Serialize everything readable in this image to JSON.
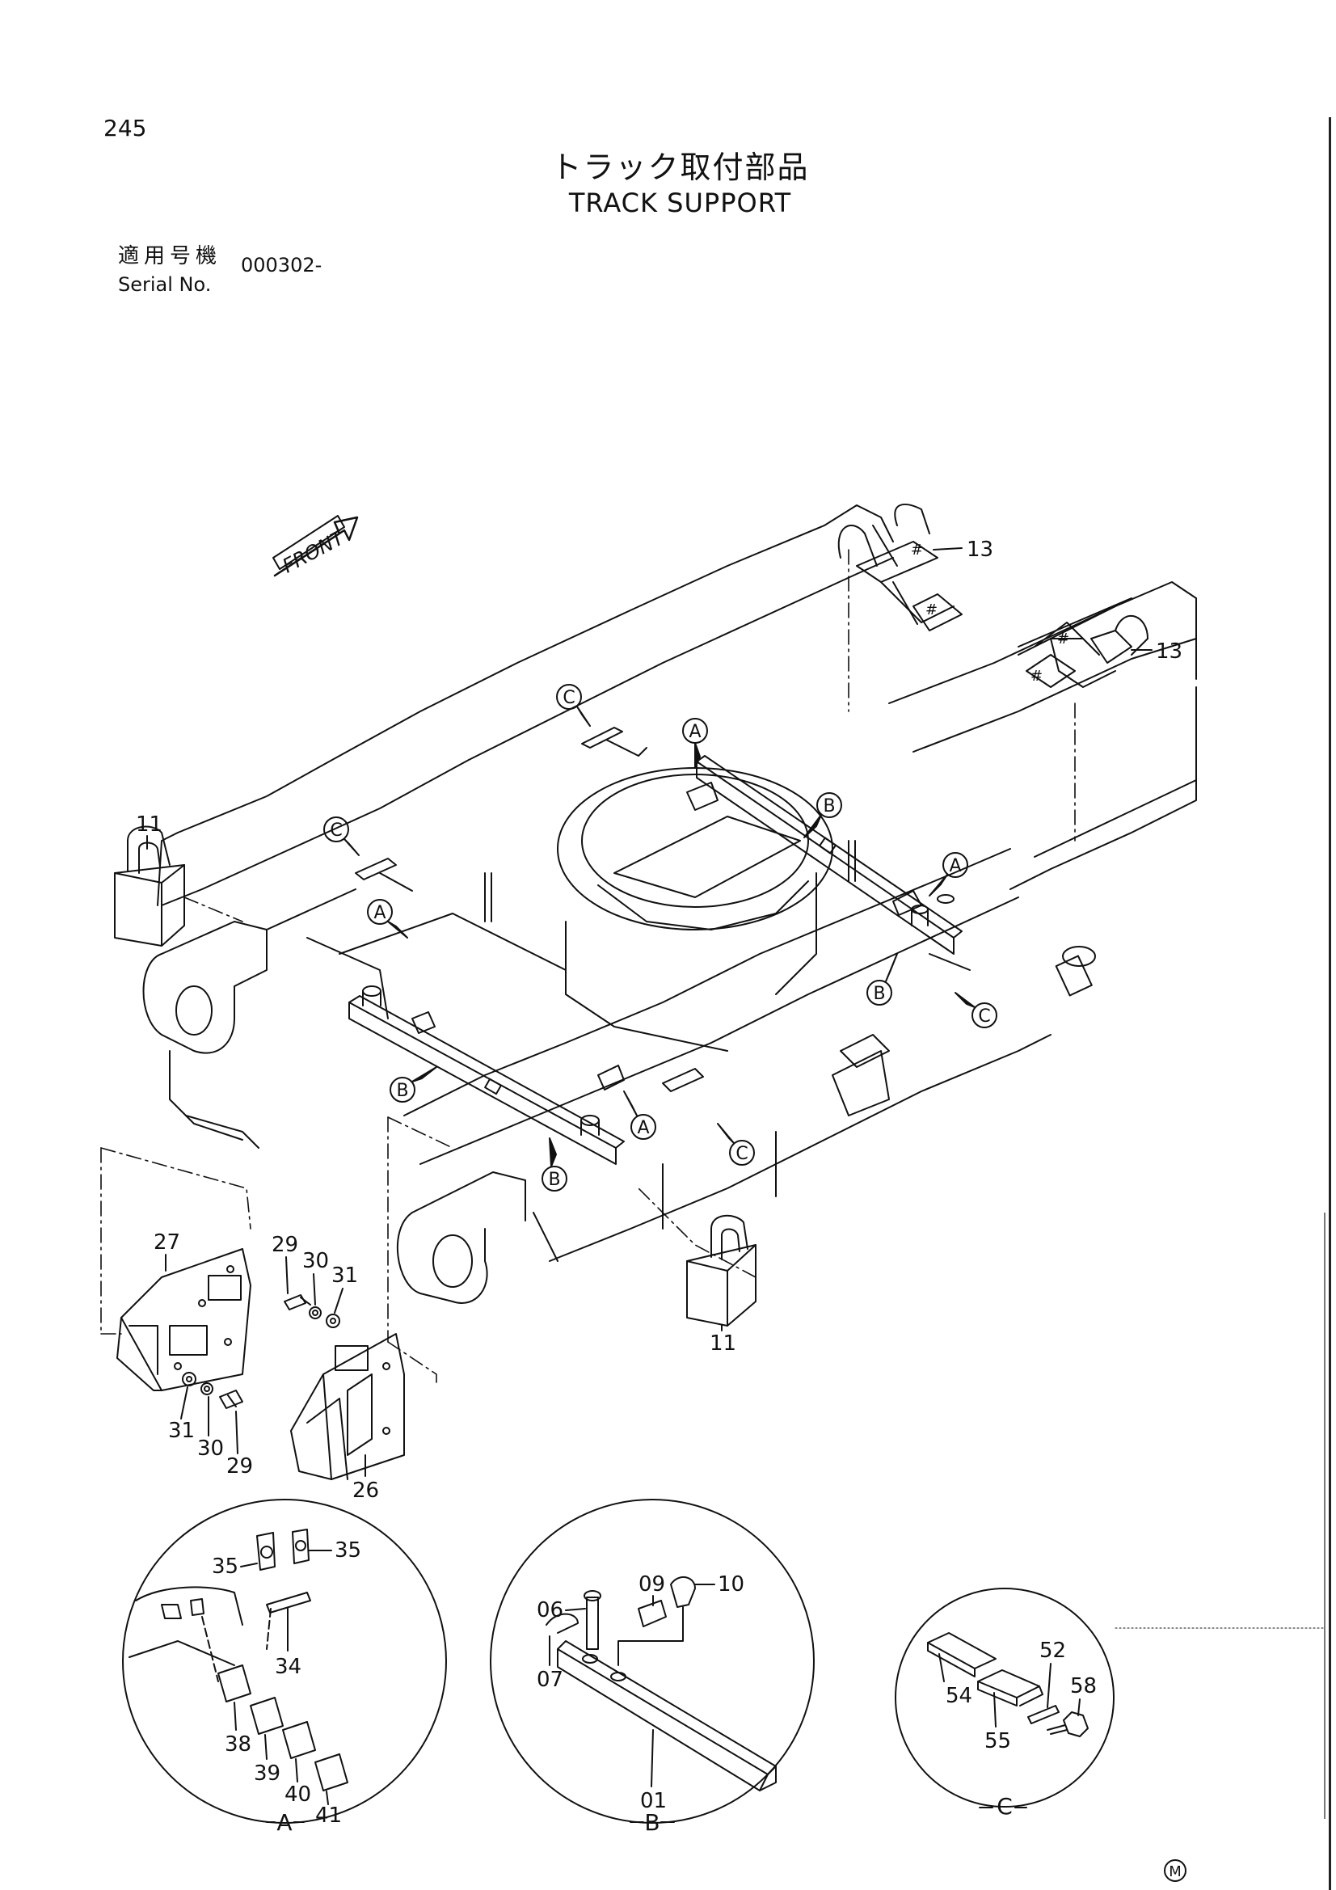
{
  "page": {
    "number": "245",
    "title_jp": "トラック取付部品",
    "title_en": "TRACK SUPPORT",
    "serial_label_jp": "適用号機",
    "serial_label_en": "Serial No.",
    "serial_value": "000302-"
  },
  "diagram": {
    "front_label": "FRONT",
    "callouts": {
      "p13a": "13",
      "p13b": "13",
      "p11a": "11",
      "p11b": "11",
      "p27": "27",
      "p26": "26",
      "p29a": "29",
      "p30a": "30",
      "p31a": "31",
      "p29b": "29",
      "p30b": "30",
      "p31b": "31",
      "p35a": "35",
      "p35b": "35",
      "p34": "34",
      "p38": "38",
      "p39": "39",
      "p40": "40",
      "p41": "41",
      "p06": "06",
      "p07": "07",
      "p09": "09",
      "p10": "10",
      "p01": "01",
      "p52": "52",
      "p54": "54",
      "p55": "55",
      "p58": "58"
    },
    "markers": {
      "a1": "A",
      "a2": "A",
      "a3": "A",
      "a4": "A",
      "b1": "B",
      "b2": "B",
      "b3": "B",
      "b4": "B",
      "c1": "C",
      "c2": "C",
      "c3": "C",
      "c4": "C"
    },
    "detail_labels": {
      "A": "A",
      "B": "B",
      "C": "C"
    },
    "corner_mark": "M"
  },
  "colors": {
    "ink": "#111111",
    "paper": "#ffffff"
  }
}
